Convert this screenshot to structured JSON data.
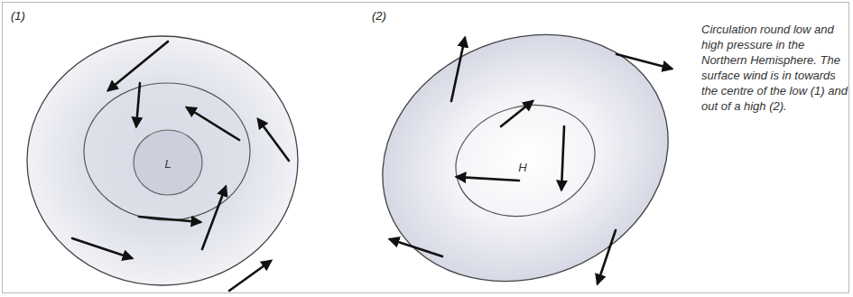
{
  "diagram": {
    "caption": "Circulation round low and high pressure in the Northern Hemisphere. The surface wind is in towards the centre of the low (1) and out of a high (2).",
    "labels": [
      "(1)",
      "(2)",
      "L",
      "H"
    ]
  }
}
